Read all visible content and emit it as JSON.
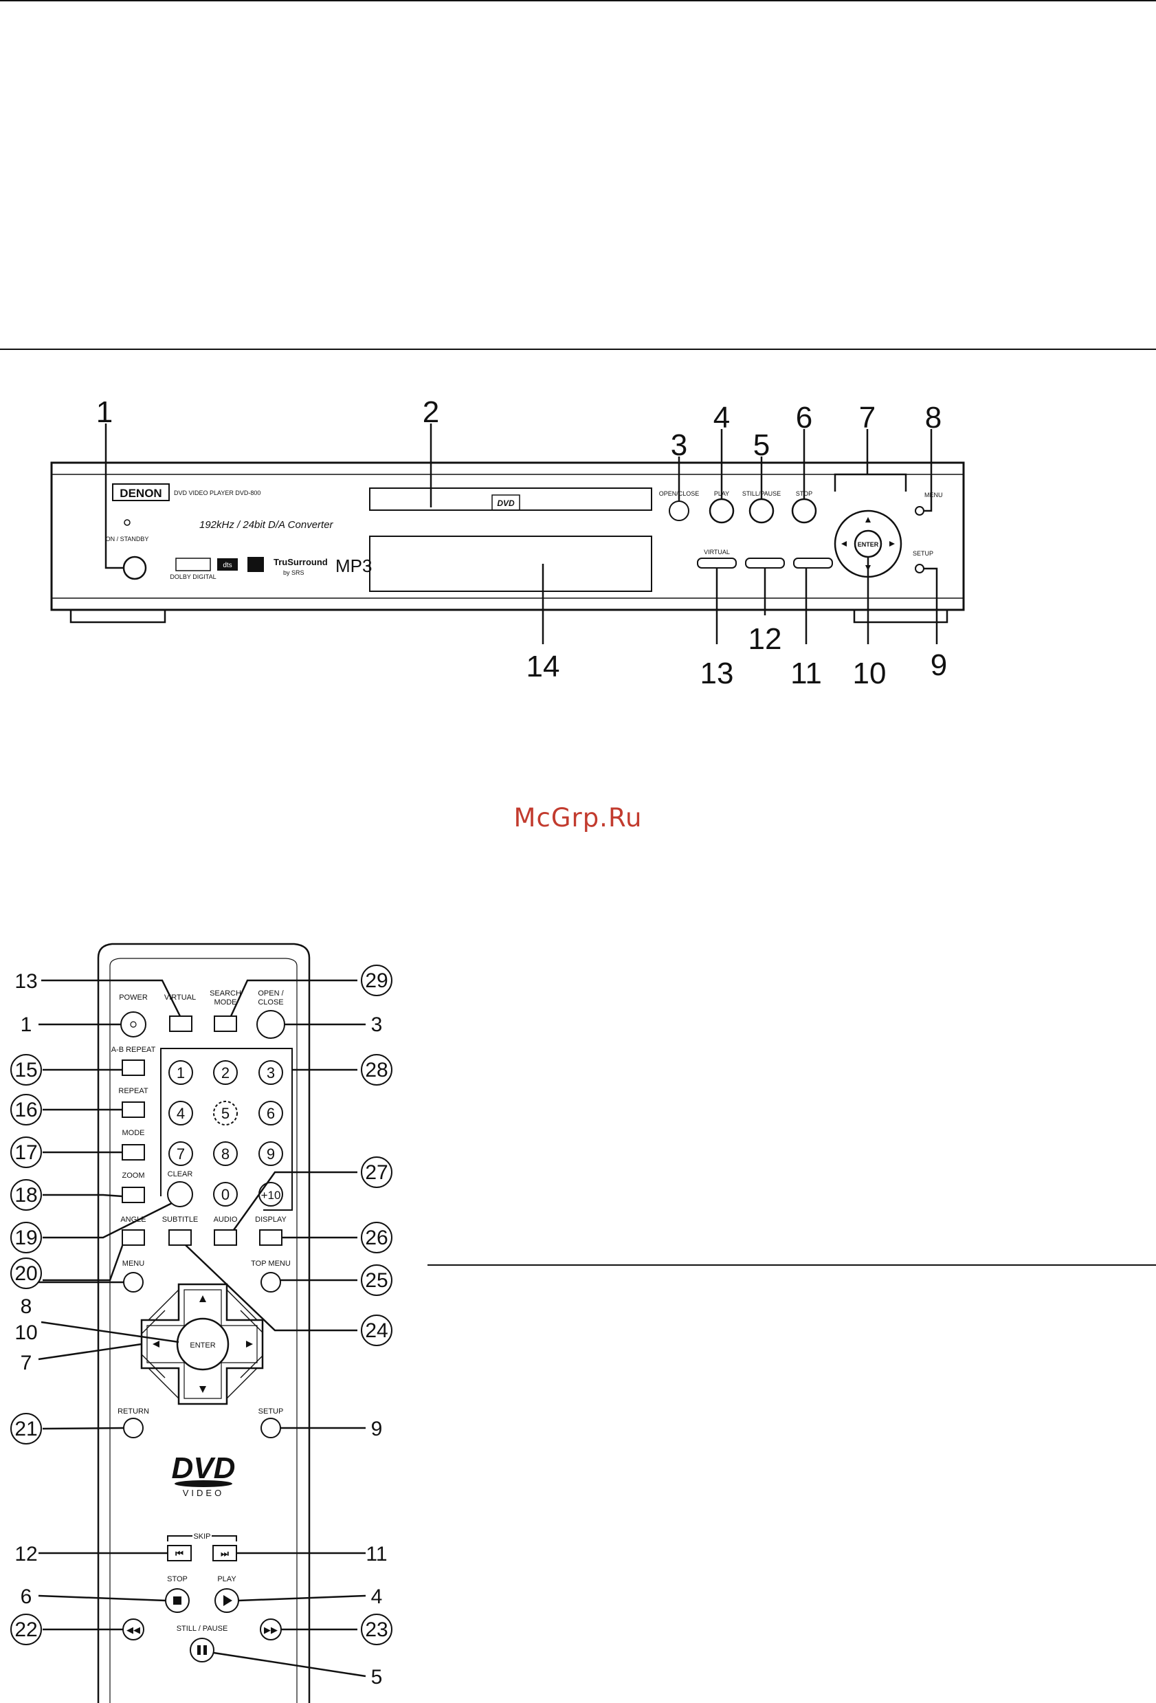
{
  "watermark": "McGrp.Ru",
  "front_panel": {
    "brand": "DENON",
    "model": "DVD VIDEO PLAYER DVD-800",
    "converter": "192kHz / 24bit D/A Converter",
    "power_label": "ON / STANDBY",
    "open_close_label": "OPEN/CLOSE",
    "play_label": "PLAY",
    "still_pause_label": "STILL/PAUSE",
    "stop_label": "STOP",
    "menu_label": "MENU",
    "setup_label": "SETUP",
    "enter_label": "ENTER",
    "virtual_label": "VIRTUAL",
    "trusurround_label": "TruSurround",
    "srs_label": "by SRS",
    "mp3_label": "MP3",
    "dvd_logo": "DVD",
    "dolby_label": "DOLBY DIGITAL",
    "dts_label": "dts",
    "callouts": [
      "1",
      "2",
      "3",
      "4",
      "5",
      "6",
      "7",
      "8",
      "9",
      "10",
      "11",
      "12",
      "13",
      "14"
    ]
  },
  "remote": {
    "buttons": {
      "power": "POWER",
      "virtual": "VIRTUAL",
      "search_mode_1": "SEARCH",
      "search_mode_2": "MODE",
      "open_close_1": "OPEN /",
      "open_close_2": "CLOSE",
      "ab_repeat": "A-B REPEAT",
      "repeat": "REPEAT",
      "mode": "MODE",
      "zoom": "ZOOM",
      "clear": "CLEAR",
      "angle": "ANGLE",
      "subtitle": "SUBTITLE",
      "audio": "AUDIO",
      "display": "DISPLAY",
      "menu": "MENU",
      "top_menu": "TOP MENU",
      "enter": "ENTER",
      "return": "RETURN",
      "setup": "SETUP",
      "skip": "SKIP",
      "stop": "STOP",
      "play": "PLAY",
      "still_pause": "STILL / PAUSE",
      "dvd_logo": "DVD",
      "video_logo": "VIDEO"
    },
    "numbers": [
      "1",
      "2",
      "3",
      "4",
      "5",
      "6",
      "7",
      "8",
      "9",
      "0",
      "+10"
    ],
    "callouts_left": [
      "13",
      "1",
      "15",
      "16",
      "17",
      "18",
      "19",
      "20",
      "8",
      "10",
      "7",
      "21",
      "12",
      "6",
      "22"
    ],
    "callouts_right": [
      "29",
      "3",
      "28",
      "27",
      "26",
      "25",
      "24",
      "9",
      "11",
      "4",
      "23",
      "5"
    ]
  }
}
